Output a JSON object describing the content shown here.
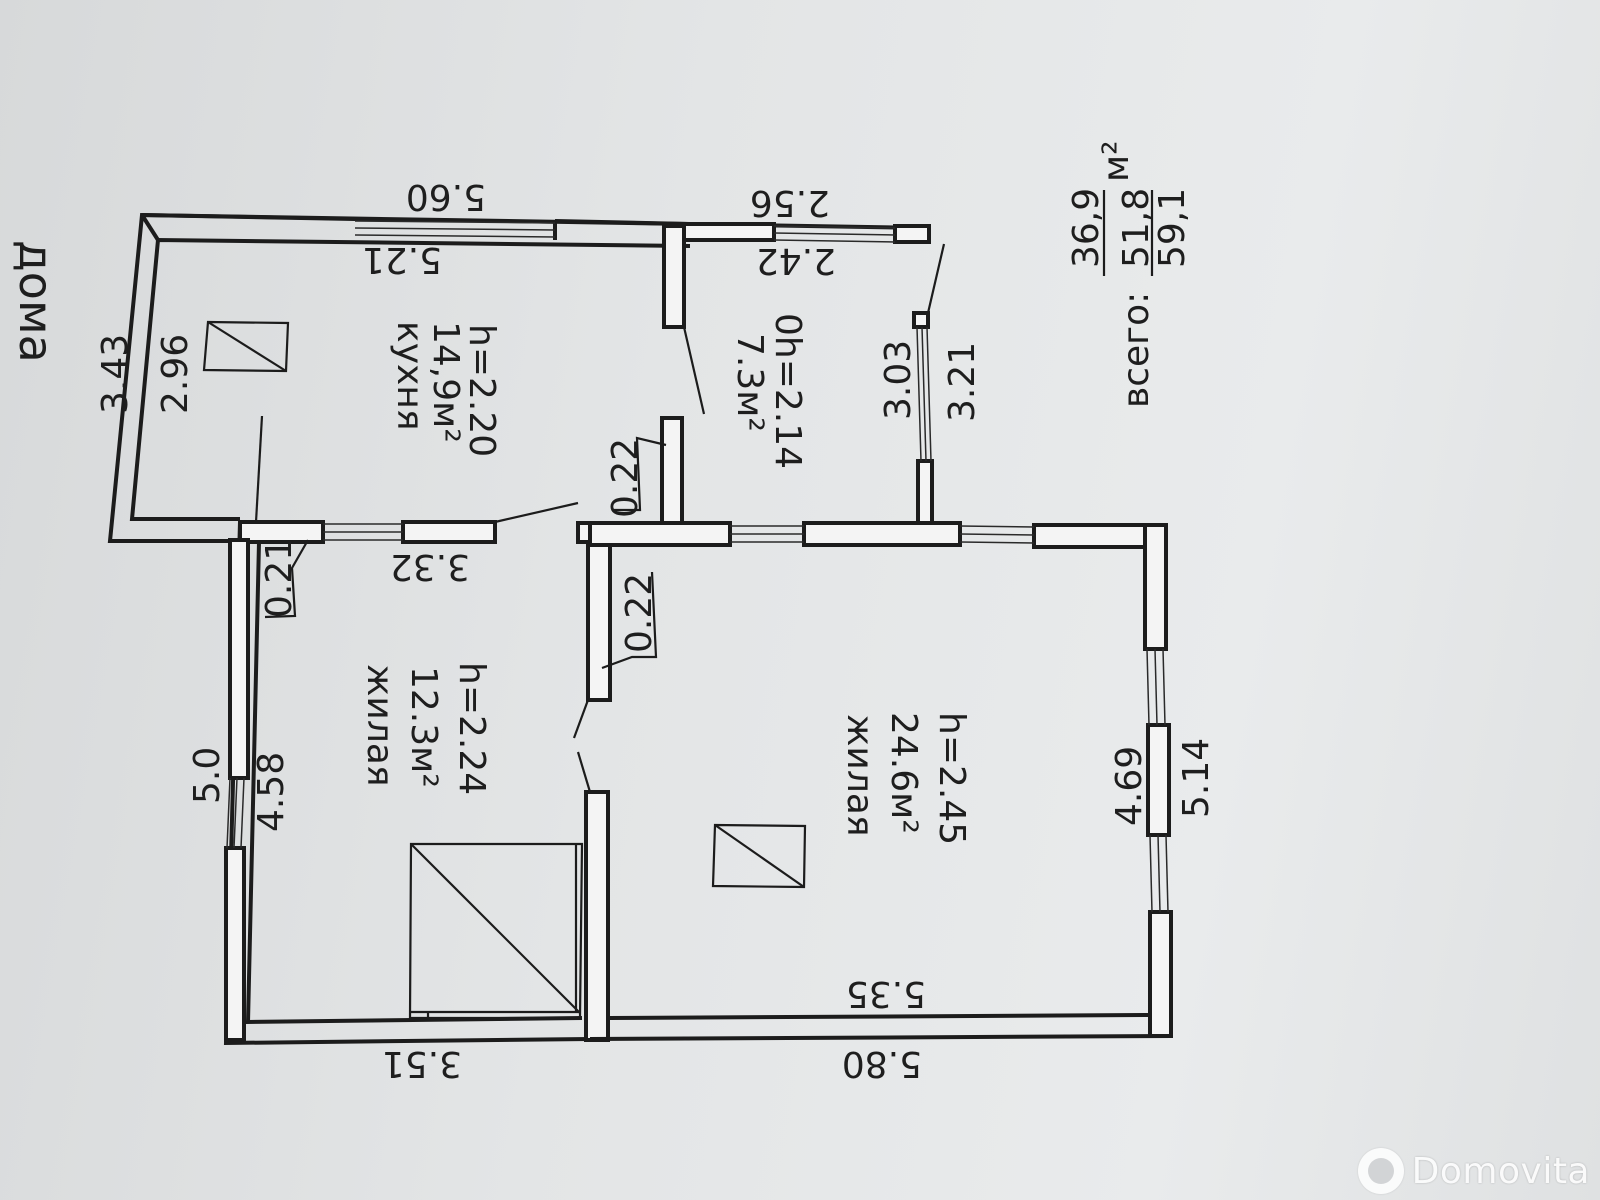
{
  "title_fragment": "дома",
  "rooms": {
    "kitchen": {
      "name": "кухня",
      "area": "14,9м²",
      "height": "h=2.20"
    },
    "hall": {
      "area": "7.3м²",
      "height": "0h=2.14"
    },
    "living_small": {
      "name": "жилая",
      "area": "12.3м²",
      "height": "h=2.24"
    },
    "living_large": {
      "name": "жилая",
      "area": "24.6м²",
      "height": "h=2.45"
    }
  },
  "dimensions": {
    "top_outer_kitchen": "5.60",
    "top_inner_kitchen": "5.21",
    "top_outer_hall": "2.56",
    "top_inner_hall": "2.42",
    "kitchen_left_outer": "3.43",
    "kitchen_left_inner": "2.96",
    "kitchen_bottom_inner": "3.32",
    "wall_thickness_a": "0.22",
    "wall_thickness_b": "0.22",
    "wall_thickness_c": "0.21",
    "hall_inner": "3.03",
    "hall_outer": "3.21",
    "small_left_outer": "5.0",
    "small_left_inner": "4.58",
    "small_bottom_outer": "3.51",
    "large_right_inner": "4.69",
    "large_right_outer": "5.14",
    "large_bottom_inner": "5.35",
    "large_bottom_outer": "5.80"
  },
  "summary": {
    "label": "всего:",
    "living": "36,9",
    "total": "51,8",
    "overall": "59,1",
    "unit": "м²"
  },
  "watermark": "Domovita"
}
